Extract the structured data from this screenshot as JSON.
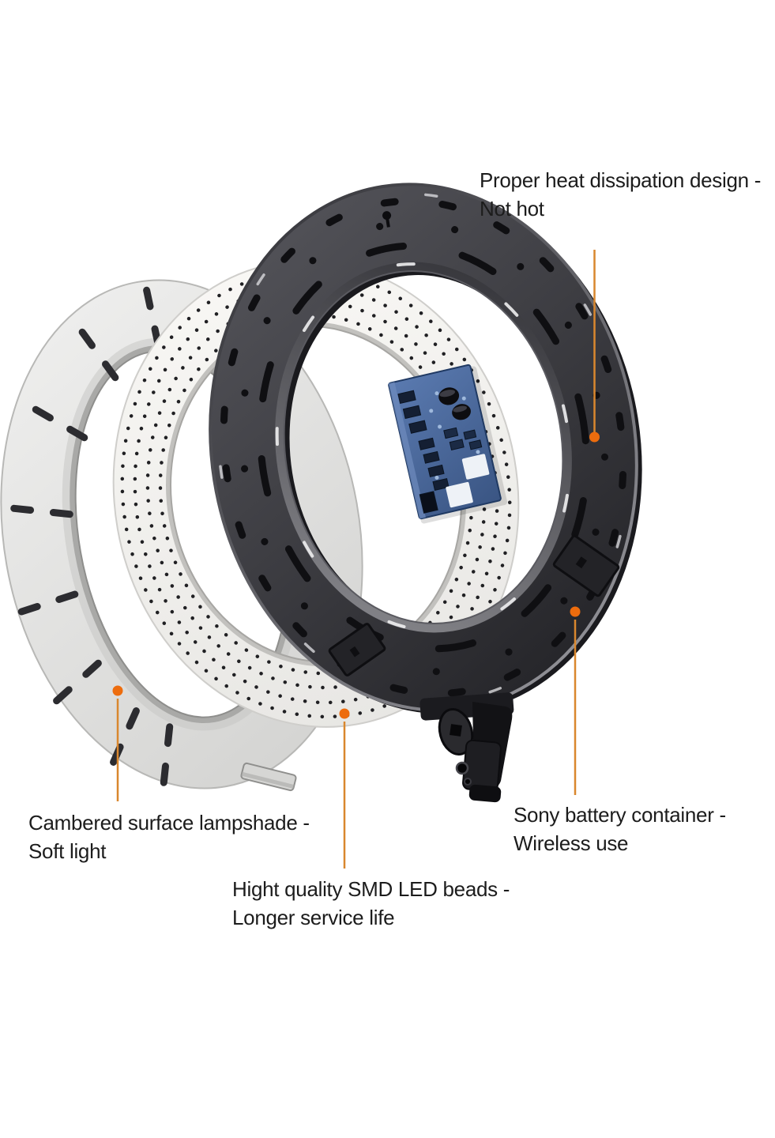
{
  "labels": {
    "heat": {
      "line1": "Proper heat dissipation design -",
      "line2": "Not hot"
    },
    "lampshade": {
      "line1": "Cambered surface lampshade -",
      "line2": "Soft light"
    },
    "led": {
      "line1": "Hight quality SMD LED beads -",
      "line2": "Longer service life"
    },
    "battery": {
      "line1": "Sony battery container -",
      "line2": "Wireless use"
    }
  },
  "colors": {
    "background": "#FFFFFF",
    "text": "#1C1C1C",
    "callout_line": "#D9872E",
    "callout_dot": "#ED6C0D",
    "housing_gray": "#3A3A3F",
    "diffuser_gray": "#E6E6E4",
    "led_board_white": "#F5F4F1",
    "pcb_blue": "#4A69A0"
  }
}
